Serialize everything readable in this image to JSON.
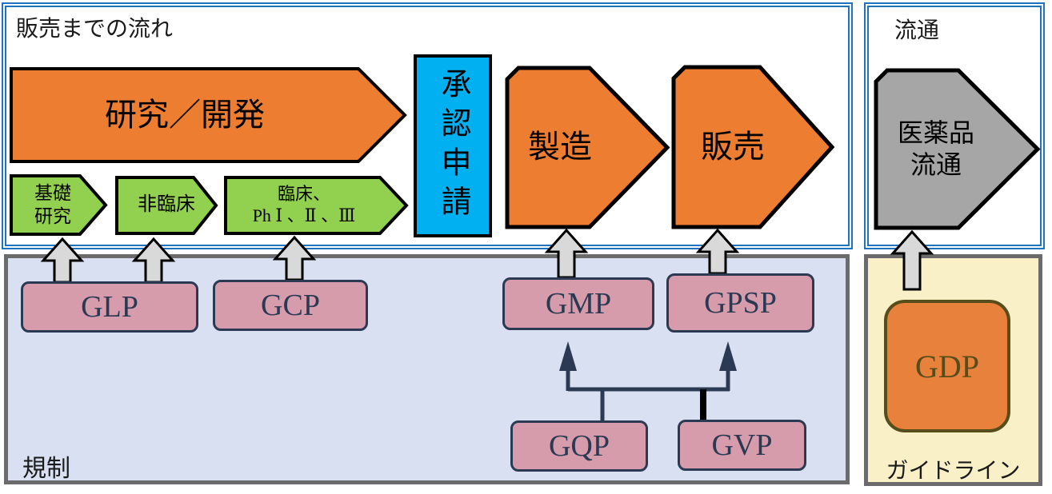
{
  "colors": {
    "accent_orange": "#ED7D31",
    "accent_green": "#92D050",
    "accent_cyan": "#00B0F0",
    "shape_gray": "#A6A6A6",
    "block_arrow_gray": "#D9D9D9",
    "pink_fill": "#D79CAC",
    "navy": "#2B3A52",
    "lavender_fill": "#D9E0F2",
    "cream_fill": "#FAF0C8",
    "gdp_fill": "#E8813B",
    "gdp_border": "#564D1A",
    "blue_border": "#1E73BE",
    "gray_border": "#6B6B6B"
  },
  "flow_section": {
    "title": "販売までの流れ",
    "research_dev": "研究／開発",
    "basic_research": {
      "line1": "基礎",
      "line2": "研究"
    },
    "nonclinical": "非臨床",
    "clinical": {
      "line1": "臨床、",
      "line2": "Ph Ⅰ 、Ⅱ 、Ⅲ"
    },
    "approval": "承認申請",
    "manufacturing": "製造",
    "sales": "販売"
  },
  "distribution_section": {
    "title": "流通",
    "pharma_distribution": {
      "line1": "医薬品",
      "line2": "流通"
    }
  },
  "regulation_section": {
    "title": "規制",
    "glp": "GLP",
    "gcp": "GCP",
    "gmp": "GMP",
    "gpsp": "GPSP",
    "gqp": "GQP",
    "gvp": "GVP"
  },
  "guideline_section": {
    "title": "ガイドライン",
    "gdp": "GDP"
  }
}
